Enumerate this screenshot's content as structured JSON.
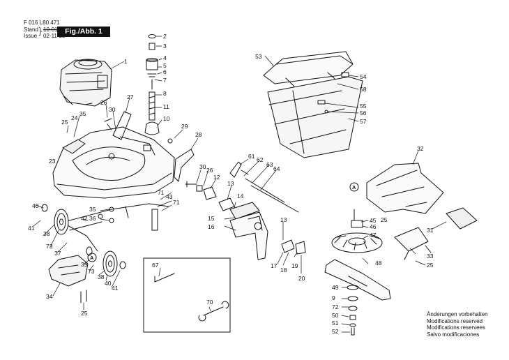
{
  "header": {
    "doc_number": "F 016 L80 471",
    "stand_label": "Stand",
    "stand_value_old": "10-01",
    "issue_label": "Issue",
    "issue_value": "02-11-15",
    "figure_label": "Fig./Abb. 1"
  },
  "notes": [
    "Änderungen vorbehalten",
    "Modifications reserved",
    "Modifications reservees",
    "Salvo modificaciones"
  ],
  "callouts": {
    "A": "A",
    "n1": "1",
    "n2": "2",
    "n3": "3",
    "n4": "4",
    "n5": "5",
    "n6": "6",
    "n7": "7",
    "n8": "8",
    "n9": "9",
    "n10": "10",
    "n11": "11",
    "n12": "12",
    "n13": "13",
    "n14": "14",
    "n15": "15",
    "n16": "16",
    "n17": "17",
    "n18": "18",
    "n19": "19",
    "n20": "20",
    "n23": "23",
    "n24": "24",
    "n25": "25",
    "n26": "26",
    "n27": "27",
    "n28": "28",
    "n29": "29",
    "n30": "30",
    "n31": "31",
    "n32": "32",
    "n33": "33",
    "n34": "34",
    "n35": "35",
    "n36": "36",
    "n37": "37",
    "n38": "38",
    "n39": "39",
    "n40": "40",
    "n41": "41",
    "n42": "42",
    "n43": "43",
    "n45": "45",
    "n46": "46",
    "n47": "47",
    "n48": "48",
    "n49": "49",
    "n50": "50",
    "n51": "51",
    "n52": "52",
    "n53": "53",
    "n54": "54",
    "n55": "55",
    "n56": "56",
    "n57": "57",
    "n58": "58",
    "n61": "61",
    "n62": "62",
    "n63": "63",
    "n64": "64",
    "n67": "67",
    "n70": "70",
    "n71": "71",
    "n72": "72",
    "n73": "73"
  }
}
